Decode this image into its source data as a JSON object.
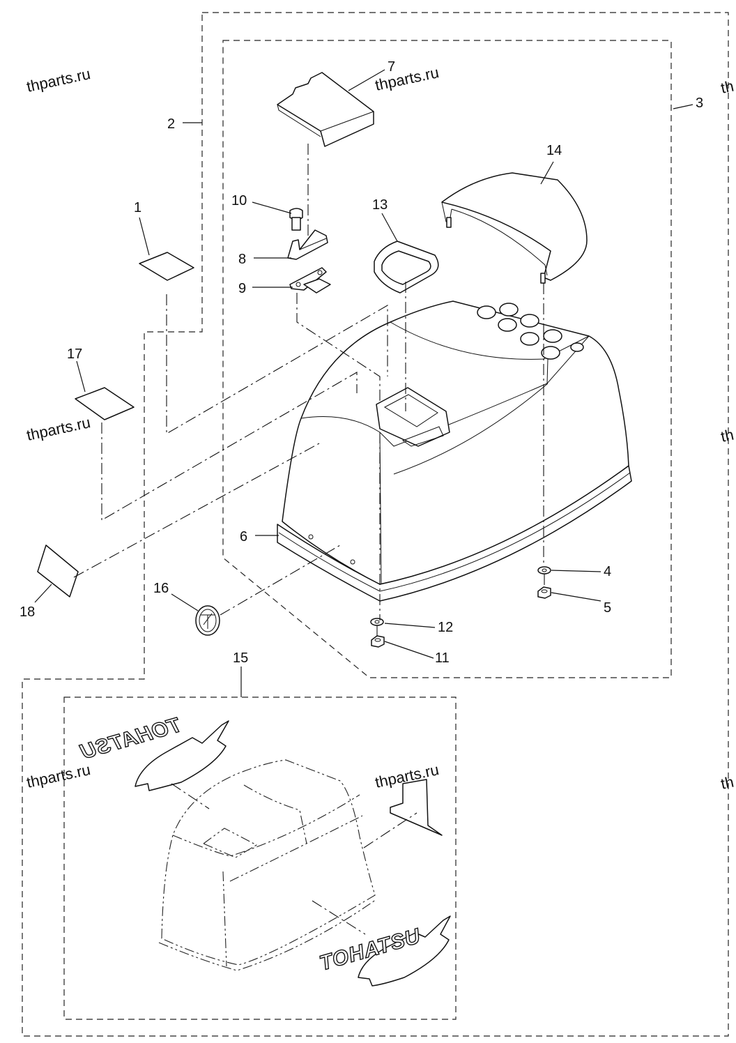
{
  "diagram": {
    "callouts": [
      {
        "id": "1",
        "label": "1"
      },
      {
        "id": "2",
        "label": "2"
      },
      {
        "id": "3",
        "label": "3"
      },
      {
        "id": "4",
        "label": "4"
      },
      {
        "id": "5",
        "label": "5"
      },
      {
        "id": "6",
        "label": "6"
      },
      {
        "id": "7",
        "label": "7"
      },
      {
        "id": "8",
        "label": "8"
      },
      {
        "id": "9",
        "label": "9"
      },
      {
        "id": "10",
        "label": "10"
      },
      {
        "id": "11",
        "label": "11"
      },
      {
        "id": "12",
        "label": "12"
      },
      {
        "id": "13",
        "label": "13"
      },
      {
        "id": "14",
        "label": "14"
      },
      {
        "id": "15",
        "label": "15"
      },
      {
        "id": "16",
        "label": "16"
      },
      {
        "id": "17",
        "label": "17"
      },
      {
        "id": "18",
        "label": "18"
      }
    ],
    "watermark": "thparts.ru",
    "watermark_edge": "th",
    "decal_brand": "TOHATSU",
    "colors": {
      "ink": "#111111",
      "paper": "#ffffff"
    }
  }
}
